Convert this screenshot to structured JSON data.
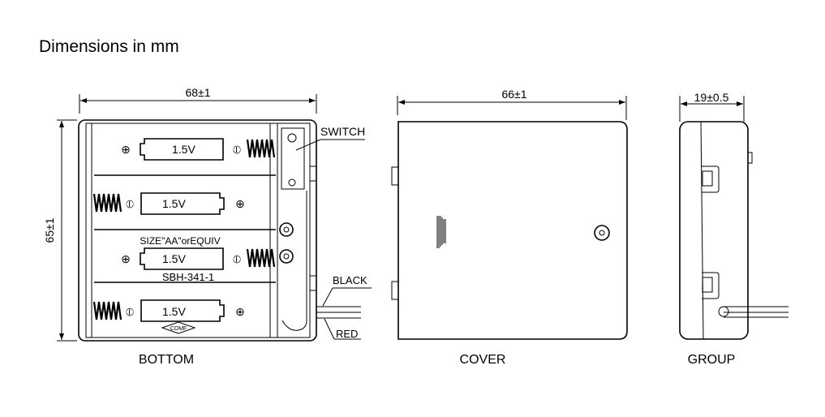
{
  "title": "Dimensions in mm",
  "bottom_view": {
    "label": "BOTTOM",
    "width_dim": "68±1",
    "height_dim": "65±1",
    "switch_label": "SWITCH",
    "black_label": "BLACK",
    "red_label": "RED",
    "size_text": "SIZE\"AA\"orEQUIV",
    "model_text": "SBH-341-1",
    "comf_text": "COMF",
    "cells": [
      "1.5V",
      "1.5V",
      "1.5V",
      "1.5V"
    ]
  },
  "cover_view": {
    "label": "COVER",
    "width_dim": "66±1"
  },
  "group_view": {
    "label": "GROUP",
    "width_dim": "19±0.5"
  }
}
